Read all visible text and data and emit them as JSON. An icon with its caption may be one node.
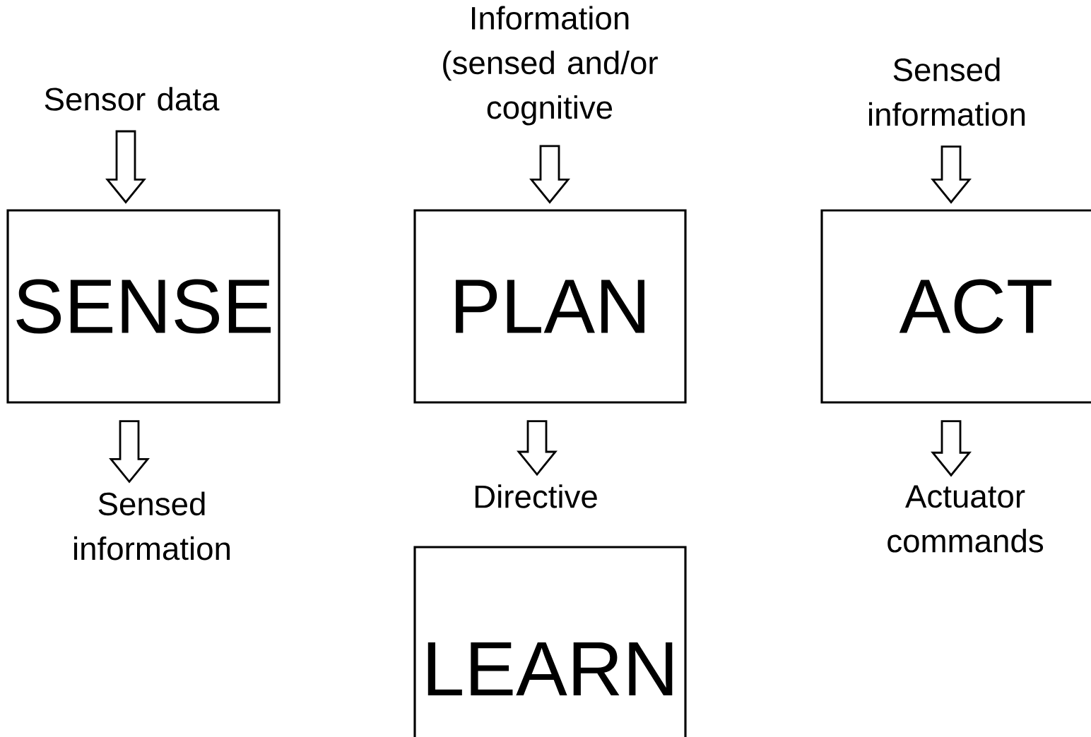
{
  "diagram": {
    "nodes": [
      {
        "text": [
          "Sensor data"
        ]
      },
      {
        "text": [
          "Information (sensed and/or cognitive"
        ]
      },
      {
        "text": [
          "Sensed information"
        ]
      },
      {
        "text": [
          "SENSE"
        ]
      },
      {
        "text": [
          "PLAN"
        ]
      },
      {
        "text": [
          "ACT"
        ]
      },
      {
        "text": [
          "Sensed information"
        ]
      },
      {
        "text": [
          "Directive"
        ]
      },
      {
        "text": [
          "Actuator commands"
        ]
      },
      {
        "text": [
          "LEARN"
        ]
      }
    ],
    "edges": [
      {
        "from": 0,
        "to": 3,
        "arrow": "to"
      },
      {
        "from": 3,
        "to": 6,
        "arrow": "to"
      },
      {
        "from": 1,
        "to": 4,
        "arrow": "to"
      },
      {
        "from": 4,
        "to": 7,
        "arrow": "to"
      },
      {
        "from": 2,
        "to": 5,
        "arrow": "to"
      },
      {
        "from": 5,
        "to": 8,
        "arrow": "to"
      }
    ]
  }
}
